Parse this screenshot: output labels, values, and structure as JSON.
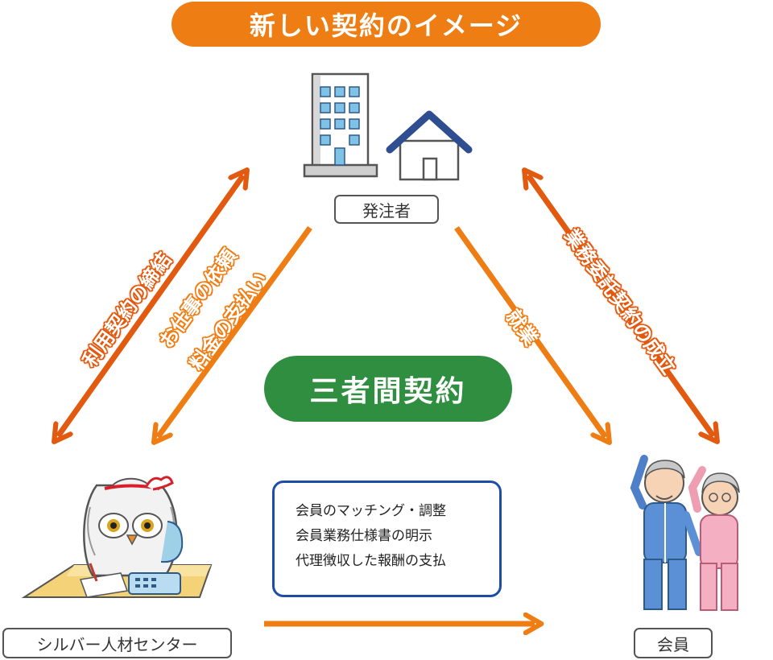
{
  "title": "新しい契約のイメージ",
  "center_label": "三者間契約",
  "nodes": {
    "client": "発注者",
    "center": "シルバー人材センター",
    "member": "会員"
  },
  "arrows": {
    "usage_contract": "利用契約の締結",
    "job_request": "お仕事の依頼",
    "fee_payment": "料金の支払い",
    "employment": "就業",
    "outsourcing_contract": "業務委託契約の成立"
  },
  "info_box": {
    "lines": [
      "会員のマッチング・調整",
      "会員業務仕様書の明示",
      "代理徴収した報酬の支払"
    ]
  },
  "colors": {
    "title_bg": "#EE7D14",
    "center_bg": "#2F8E40",
    "arrow_dark": "#E25A10",
    "arrow_light": "#EE7D14",
    "info_border": "#1E4DA8"
  }
}
